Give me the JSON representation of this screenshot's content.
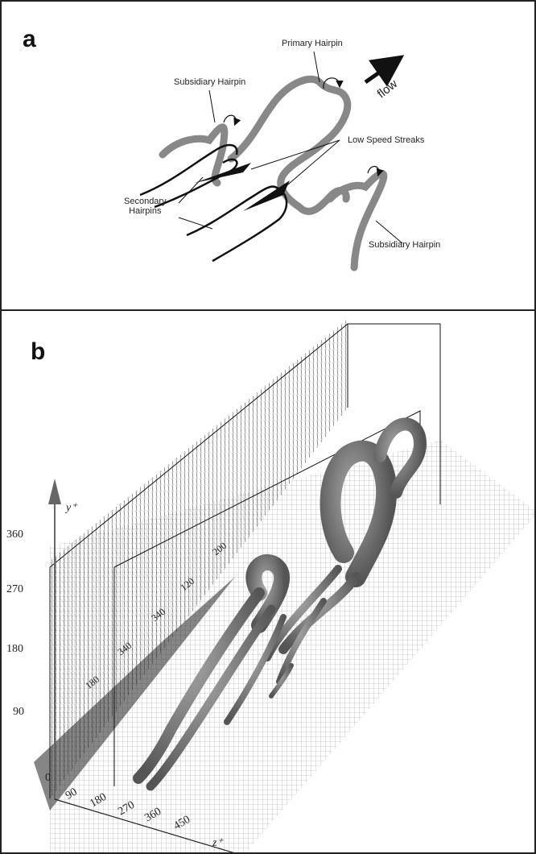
{
  "panel_a": {
    "letter": "a",
    "labels": {
      "primary_hairpin": "Primary Hairpin",
      "subsidiary_hairpin_top": "Subsidiary Hairpin",
      "low_speed_streaks": "Low Speed Streaks",
      "secondary_hairpins": "Secondary\nHairpins",
      "subsidiary_hairpin_bottom": "Subsidiary Hairpin",
      "flow": "flow"
    }
  },
  "panel_b": {
    "letter": "b",
    "y_axis_label": "y⁺",
    "z_axis_label": "z⁺",
    "y_ticks": [
      "360",
      "270",
      "180",
      "90",
      "0"
    ],
    "z_ticks": [
      "90",
      "180",
      "270",
      "360",
      "450"
    ],
    "x_ticks": [
      "200",
      "120",
      "340",
      "340",
      "180"
    ]
  },
  "colors": {
    "tube": "#8a8a8a",
    "tube_dark": "#5a5a5a",
    "line": "#111111",
    "grid": "#777777"
  }
}
